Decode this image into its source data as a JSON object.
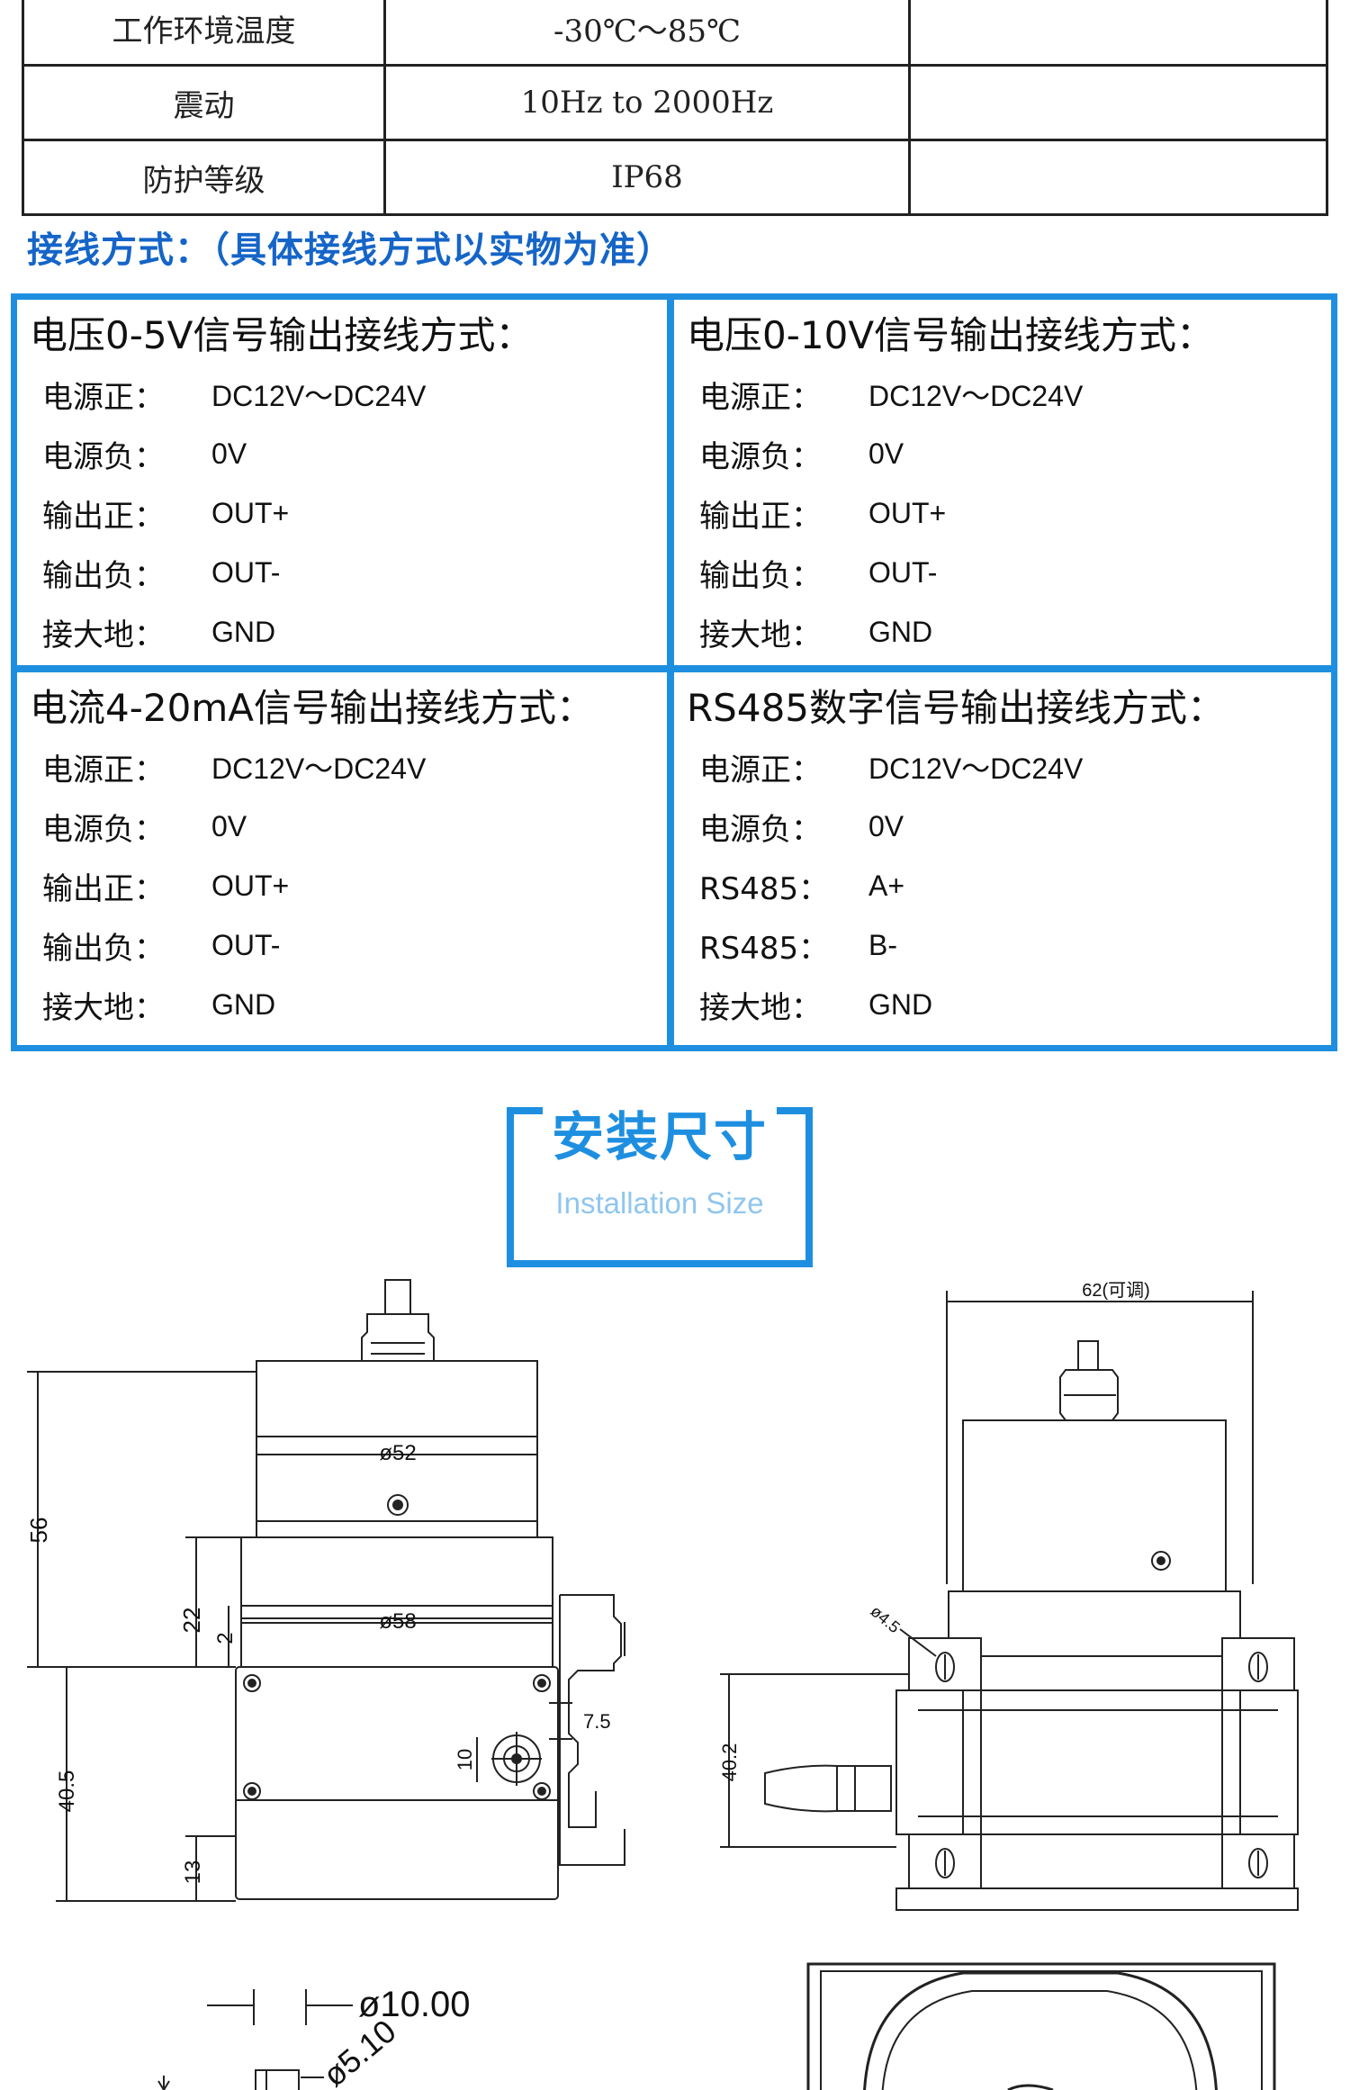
{
  "spec_table": {
    "rows": [
      {
        "name": "工作环境温度",
        "value": "-30℃～85℃",
        "note": ""
      },
      {
        "name": "震动",
        "value": "10Hz to 2000Hz",
        "note": ""
      },
      {
        "name": "防护等级",
        "value": "IP68",
        "note": ""
      }
    ]
  },
  "wiring": {
    "title": "接线方式：（具体接线方式以实物为准）",
    "panels": [
      {
        "title": "电压0-5V信号输出接线方式：",
        "rows": [
          {
            "label": "电源正：",
            "value": "DC12V～DC24V"
          },
          {
            "label": "电源负：",
            "value": "0V"
          },
          {
            "label": "输出正：",
            "value": "OUT+"
          },
          {
            "label": "输出负：",
            "value": "OUT-"
          },
          {
            "label": "接大地：",
            "value": "GND"
          }
        ]
      },
      {
        "title": "电压0-10V信号输出接线方式：",
        "rows": [
          {
            "label": "电源正：",
            "value": "DC12V～DC24V"
          },
          {
            "label": "电源负：",
            "value": "0V"
          },
          {
            "label": "输出正：",
            "value": "OUT+"
          },
          {
            "label": "输出负：",
            "value": "OUT-"
          },
          {
            "label": "接大地：",
            "value": "GND"
          }
        ]
      },
      {
        "title": "电流4-20mA信号输出接线方式：",
        "rows": [
          {
            "label": "电源正：",
            "value": "DC12V～DC24V"
          },
          {
            "label": "电源负：",
            "value": "0V"
          },
          {
            "label": "输出正：",
            "value": "OUT+"
          },
          {
            "label": "输出负：",
            "value": "OUT-"
          },
          {
            "label": "接大地：",
            "value": "GND"
          }
        ]
      },
      {
        "title": "RS485数字信号输出接线方式：",
        "rows": [
          {
            "label": "电源正：",
            "value": "DC12V～DC24V"
          },
          {
            "label": "电源负：",
            "value": "0V"
          },
          {
            "label": "RS485：",
            "value": "A+"
          },
          {
            "label": "RS485：",
            "value": "B-"
          },
          {
            "label": "接大地：",
            "value": "GND"
          }
        ]
      }
    ]
  },
  "installation": {
    "title": "安装尺寸",
    "subtitle": "Installation Size",
    "dims": {
      "d52": "ø52",
      "d58": "ø58",
      "h56": "56",
      "h22": "22",
      "h2": "2",
      "h40_5": "40.5",
      "h13": "13",
      "h10": "10",
      "w7_5": "7.5",
      "w62": "62(可调)",
      "d4_5": "ø4.5",
      "h40_2": "40.2",
      "d10": "ø10.00",
      "d5_1": "ø5.10"
    }
  },
  "colors": {
    "accent": "#1e8fe0",
    "title_blue": "#1565c8",
    "subtitle": "#8fc6ef"
  }
}
